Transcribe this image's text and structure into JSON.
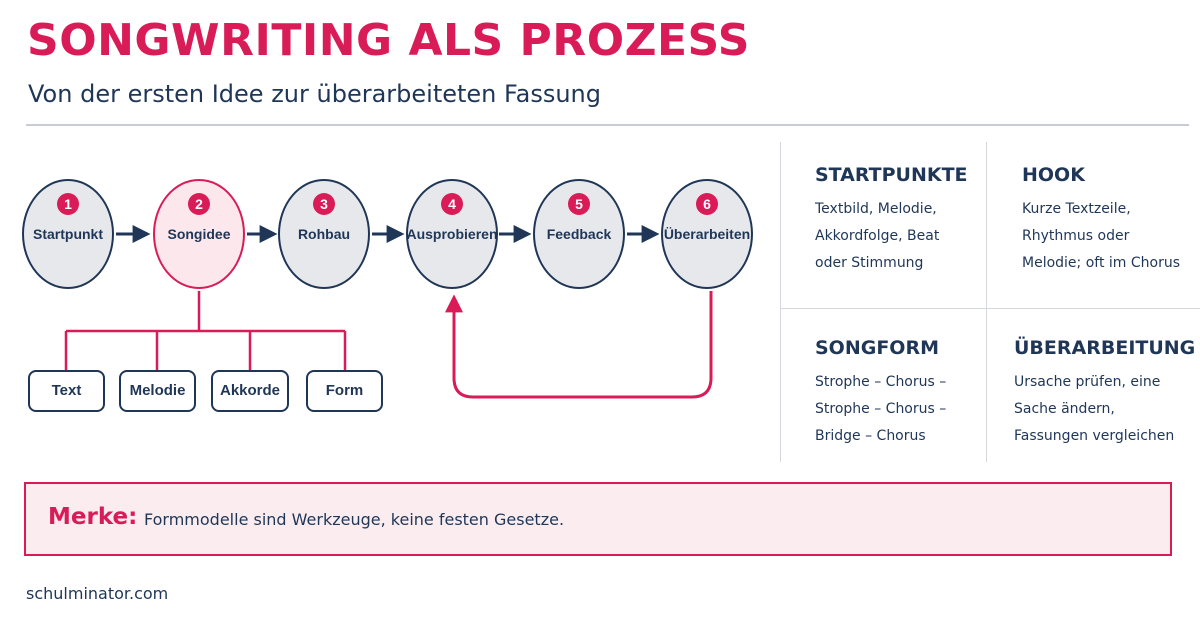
{
  "header": {
    "title": "SONGWRITING ALS PROZESS",
    "subtitle": "Von der ersten Idee zur überarbeiteten Fassung"
  },
  "process": {
    "steps": [
      {
        "number": "1",
        "label": "Startpunkt"
      },
      {
        "number": "2",
        "label": "Songidee"
      },
      {
        "number": "3",
        "label": "Rohbau"
      },
      {
        "number": "4",
        "label": "Ausprobieren"
      },
      {
        "number": "5",
        "label": "Feedback"
      },
      {
        "number": "6",
        "label": "Überarbeiten"
      }
    ],
    "branches": [
      "Text",
      "Melodie",
      "Akkorde",
      "Form"
    ]
  },
  "info": {
    "startpunkte": {
      "title": "STARTPUNKTE",
      "lines": [
        "Textbild, Melodie,",
        "Akkordfolge, Beat",
        "oder Stimmung"
      ]
    },
    "hook": {
      "title": "HOOK",
      "lines": [
        "Kurze Textzeile,",
        "Rhythmus oder",
        "Melodie; oft im Chorus"
      ]
    },
    "songform": {
      "title": "SONGFORM",
      "lines": [
        "Strophe – Chorus –",
        "Strophe – Chorus –",
        "Bridge – Chorus"
      ]
    },
    "ueberarbeitung": {
      "title": "ÜBERARBEITUNG",
      "lines": [
        "Ursache prüfen, eine",
        "Sache ändern,",
        "Fassungen vergleichen"
      ]
    }
  },
  "merke": {
    "label": "Merke:",
    "text": "Formmodelle sind Werkzeuge, keine festen Gesetze."
  },
  "footer": {
    "website": "schulminator.com"
  },
  "colors": {
    "accent": "#d91b58",
    "primary": "#1f3657",
    "node_fill": "#e7e8eb",
    "highlight_fill": "#fce7ec",
    "merke_fill": "#fbecef"
  }
}
